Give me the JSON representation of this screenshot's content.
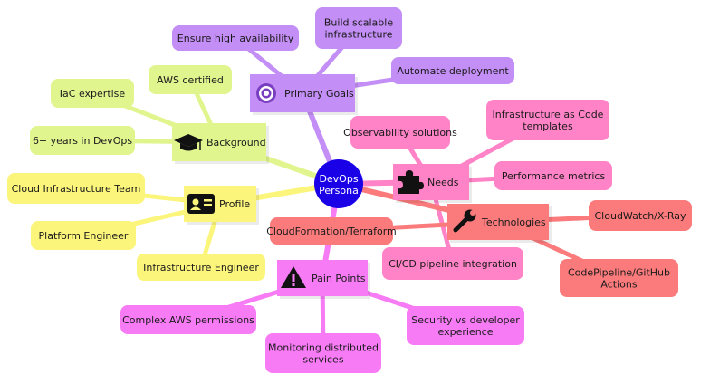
{
  "diagram": {
    "type": "mindmap",
    "root": {
      "label_lines": [
        "DevOps",
        "Persona"
      ],
      "color": "#1a00e6"
    },
    "branches": [
      {
        "id": "primary-goals",
        "label": "Primary Goals",
        "icon": "target-icon",
        "color": "#c38ef5",
        "children": [
          {
            "lines": [
              "Ensure high availability"
            ]
          },
          {
            "lines": [
              "Build scalable",
              "infrastructure"
            ]
          },
          {
            "lines": [
              "Automate deployment"
            ]
          }
        ]
      },
      {
        "id": "background",
        "label": "Background",
        "icon": "graduation-cap-icon",
        "color": "#e1f58f",
        "children": [
          {
            "lines": [
              "AWS certified"
            ]
          },
          {
            "lines": [
              "IaC expertise"
            ]
          },
          {
            "lines": [
              "6+ years in DevOps"
            ]
          }
        ]
      },
      {
        "id": "profile",
        "label": "Profile",
        "icon": "id-card-icon",
        "color": "#fbf57b",
        "children": [
          {
            "lines": [
              "Cloud Infrastructure Team"
            ]
          },
          {
            "lines": [
              "Platform Engineer"
            ]
          },
          {
            "lines": [
              "Infrastructure Engineer"
            ]
          }
        ]
      },
      {
        "id": "needs",
        "label": "Needs",
        "icon": "puzzle-icon",
        "color": "#ff83c6",
        "children": [
          {
            "lines": [
              "Observability solutions"
            ]
          },
          {
            "lines": [
              "Infrastructure as Code",
              "templates"
            ]
          },
          {
            "lines": [
              "Performance metrics"
            ]
          },
          {
            "lines": [
              "CI/CD pipeline integration"
            ]
          }
        ]
      },
      {
        "id": "technologies",
        "label": "Technologies",
        "icon": "wrench-icon",
        "color": "#fb7b7c",
        "children": [
          {
            "lines": [
              "CloudFormation/Terraform"
            ]
          },
          {
            "lines": [
              "CloudWatch/X-Ray"
            ]
          },
          {
            "lines": [
              "CodePipeline/GitHub",
              "Actions"
            ]
          }
        ]
      },
      {
        "id": "pain-points",
        "label": "Pain Points",
        "icon": "warning-icon",
        "color": "#f77bf5",
        "children": [
          {
            "lines": [
              "Complex AWS permissions"
            ]
          },
          {
            "lines": [
              "Monitoring distributed",
              "services"
            ]
          },
          {
            "lines": [
              "Security vs developer",
              "experience"
            ]
          }
        ]
      }
    ]
  }
}
